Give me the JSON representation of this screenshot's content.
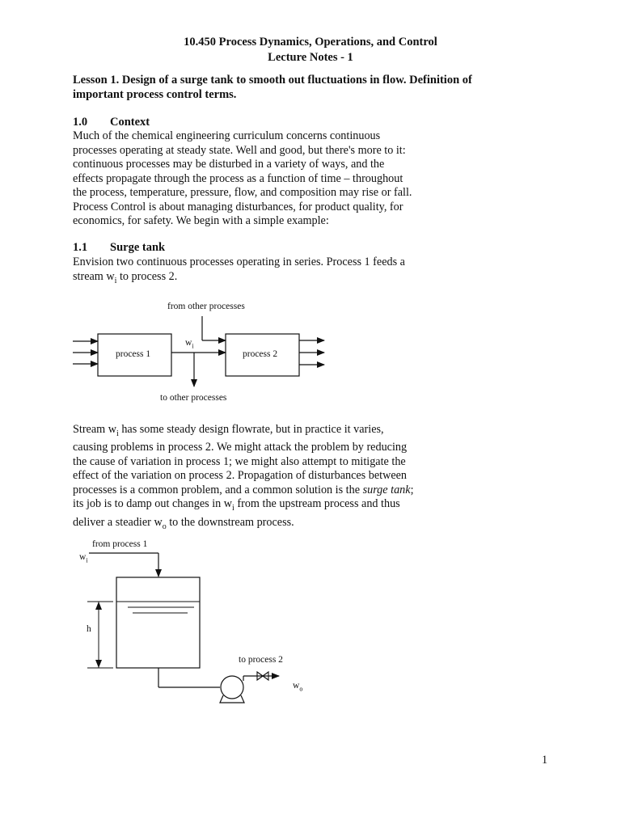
{
  "header": {
    "title": "10.450  Process Dynamics, Operations, and Control",
    "subtitle": "Lecture Notes - 1"
  },
  "lesson": {
    "line1": "Lesson 1.  Design of a surge tank to smooth out fluctuations in flow.  Definition of",
    "line2": "important process control terms."
  },
  "section_context": {
    "number": "1.0",
    "heading": "Context",
    "lines": [
      "Much of the chemical engineering curriculum concerns continuous",
      "processes operating at steady state.  Well and good, but there's more to it:",
      "continuous processes may be disturbed in a variety of ways, and the",
      "effects propagate through the process as a function of time – throughout",
      "the process, temperature, pressure, flow, and composition may rise or fall.",
      "Process Control is about managing disturbances, for product quality, for",
      "economics, for safety.  We begin with a simple example:"
    ]
  },
  "section_surge": {
    "number": "1.1",
    "heading": "Surge tank",
    "intro_line1": "Envision two continuous processes operating in series.  Process 1 feeds a",
    "intro_line2_pre": "stream w",
    "intro_line2_sub": "i",
    "intro_line2_post": " to process 2."
  },
  "diagram1": {
    "from_other": "from other processes",
    "to_other": "to other processes",
    "process1": "process 1",
    "process2": "process 2",
    "stream": "w",
    "stream_sub": "i"
  },
  "paragraph2": {
    "l1_pre": "Stream w",
    "l1_sub": "i",
    "l1_post": " has some steady design flowrate, but in practice it varies,",
    "l2": "causing problems in process 2.  We might attack the problem by reducing",
    "l3": "the cause of variation in process 1; we might also attempt to mitigate the",
    "l4": "effect of the variation on process 2.  Propagation of disturbances between",
    "l5_pre": "processes is a common problem, and a common solution is the ",
    "l5_em": "surge tank",
    "l5_post": ";",
    "l6_pre": "its job is to damp out changes in w",
    "l6_sub": "i",
    "l6_post": " from the upstream process and thus",
    "l7_pre": "deliver a steadier w",
    "l7_sub": "o",
    "l7_post": " to the downstream process."
  },
  "diagram2": {
    "from_process": "from process 1",
    "inlet": "w",
    "inlet_sub": "i",
    "level": "h",
    "to_process": "to process 2",
    "outlet": "w",
    "outlet_sub": "o"
  },
  "footer": {
    "page_number": "1"
  }
}
